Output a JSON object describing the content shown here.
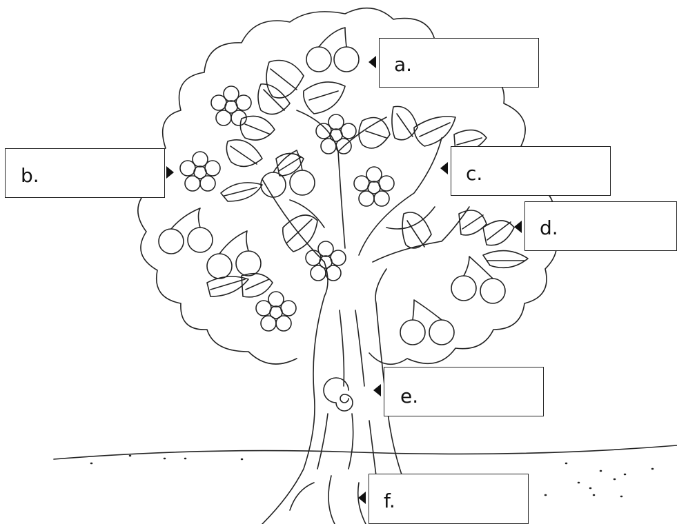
{
  "labels": {
    "a": "a.",
    "b": "b.",
    "c": "c.",
    "d": "d.",
    "e": "e.",
    "f": "f."
  },
  "colors": {
    "line": "#222222",
    "background": "#ffffff"
  }
}
